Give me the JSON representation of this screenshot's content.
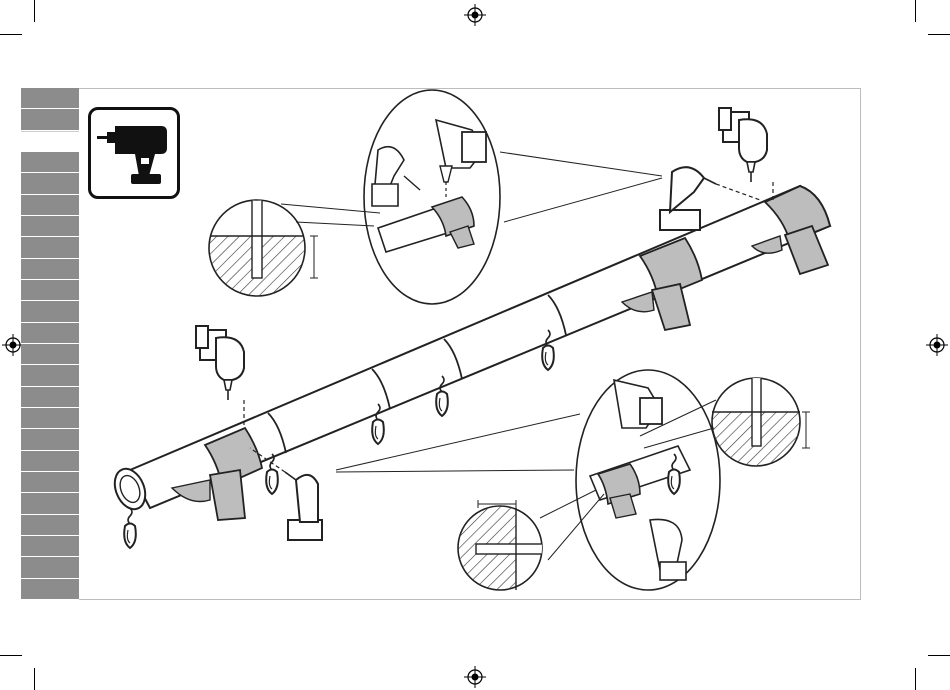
{
  "page": {
    "description_labels": [],
    "tool_icon": "drill-icon",
    "callout_count": 4,
    "side_tabs": {
      "count": 24,
      "active_index": 2
    }
  },
  "colors": {
    "tab_gray": "#8c8c8c",
    "sleeve_gray": "#bdbdbd",
    "line": "#222222"
  }
}
